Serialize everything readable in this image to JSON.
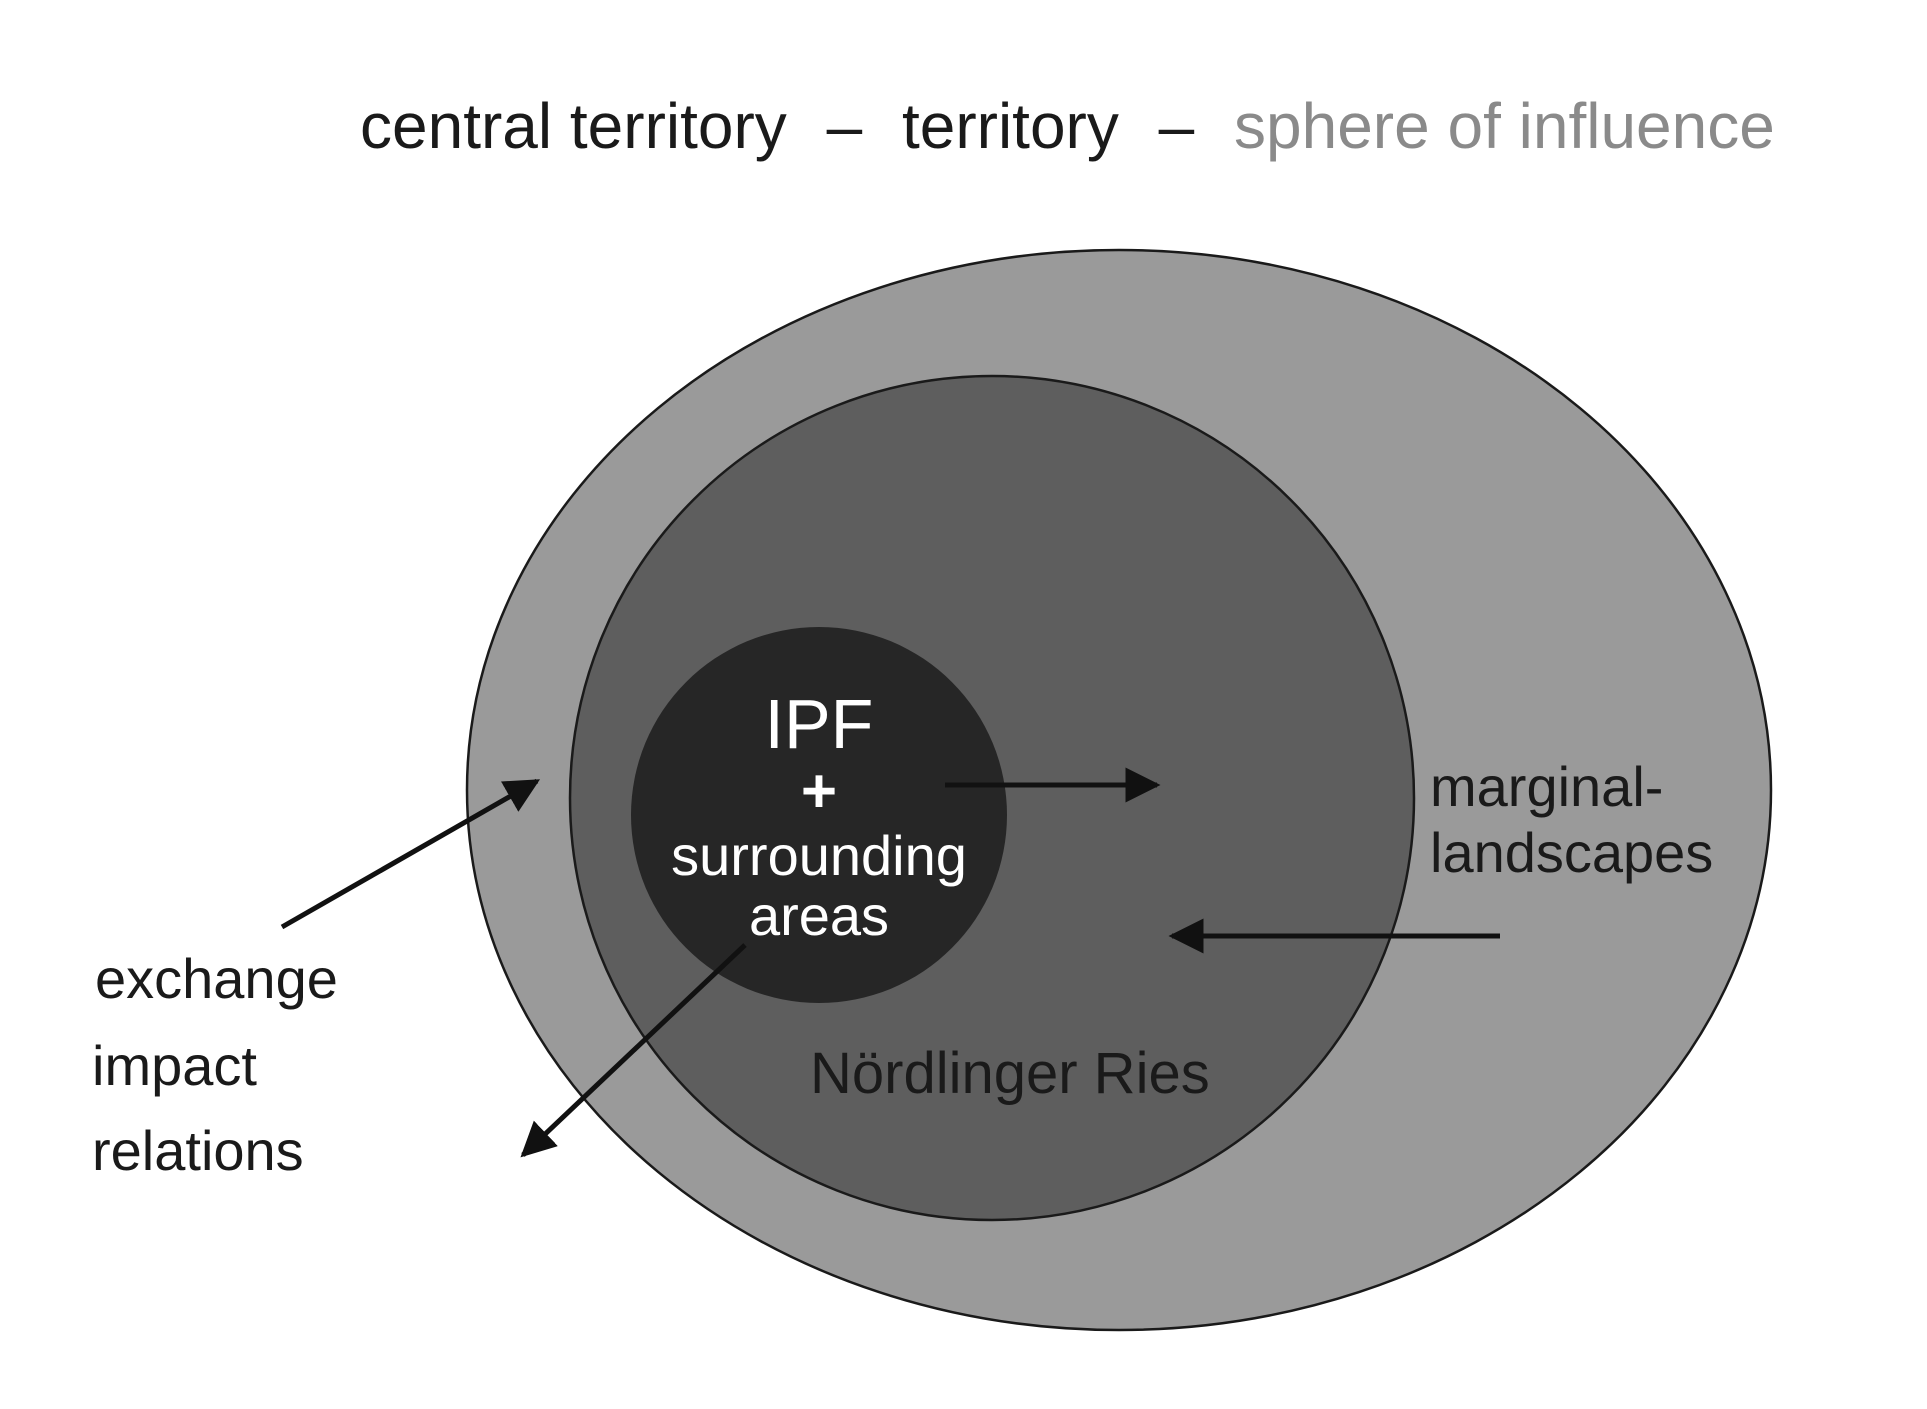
{
  "title": {
    "part1": "central territory",
    "sep1": "–",
    "part2": "territory",
    "sep2": "–",
    "part3": "sphere of influence"
  },
  "zones": {
    "sphere_of_influence": {
      "fill": "#9a9a9a"
    },
    "territory": {
      "fill": "#5e5e5e",
      "label": "Nördlinger Ries"
    },
    "central_territory": {
      "fill": "#262626",
      "label_line1": "IPF",
      "label_line2": "+",
      "label_line3": "surrounding",
      "label_line4": "areas"
    }
  },
  "labels": {
    "marginal_line1": "marginal-",
    "marginal_line2": "landscapes",
    "exchange_line1": "exchange",
    "exchange_line2": "impact",
    "exchange_line3": "relations"
  },
  "colors": {
    "title_dark": "#1a1a1a",
    "title_light": "#8a8a8a",
    "text_dark": "#1a1a1a",
    "text_light": "#ffffff",
    "arrow": "#111111"
  }
}
